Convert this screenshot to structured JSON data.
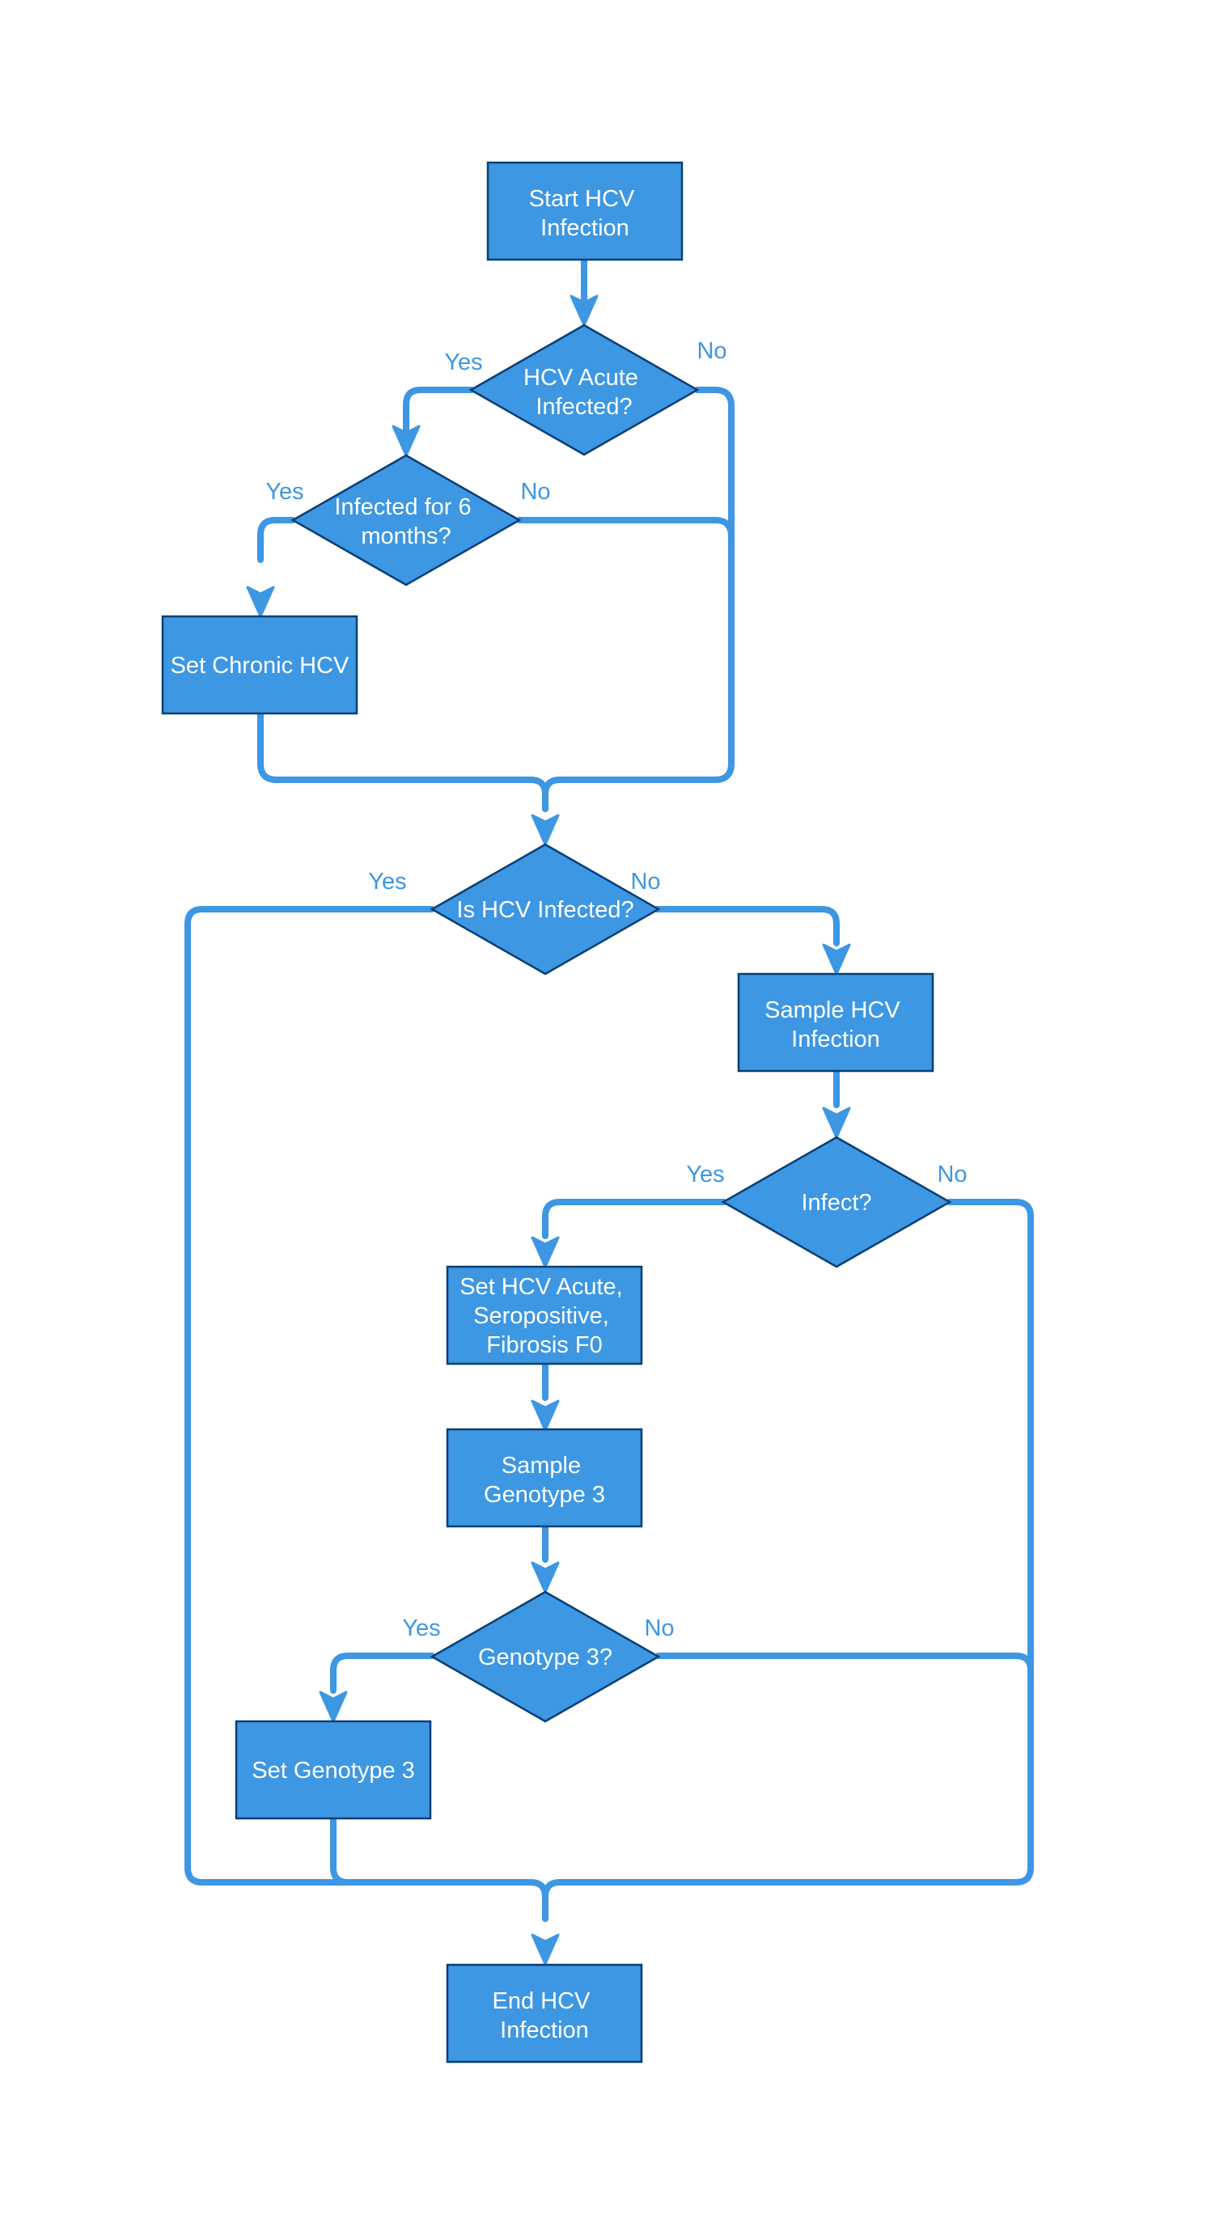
{
  "flowchart": {
    "nodes": {
      "start": "Start HCV Infection",
      "acute_q": "HCV Acute Infected?",
      "six_months_q": "Infected for 6 months?",
      "set_chronic": "Set Chronic HCV",
      "is_infected_q": "Is HCV Infected?",
      "sample_infection": "Sample HCV Infection",
      "infect_q": "Infect?",
      "set_acute": "Set HCV Acute, Seropositive, Fibrosis F0",
      "sample_genotype": "Sample Genotype 3",
      "genotype_q": "Genotype 3?",
      "set_genotype": "Set Genotype 3",
      "end": "End HCV Infection"
    },
    "lines": {
      "start": [
        "Start HCV",
        "Infection"
      ],
      "acute_q": [
        "HCV Acute",
        "Infected?"
      ],
      "six_months_q": [
        "Infected for 6",
        "months?"
      ],
      "set_chronic": [
        "Set Chronic HCV"
      ],
      "is_infected_q": [
        "Is HCV Infected?"
      ],
      "sample_infection": [
        "Sample HCV",
        "Infection"
      ],
      "infect_q": [
        "Infect?"
      ],
      "set_acute": [
        "Set HCV Acute,",
        "Seropositive,",
        "Fibrosis F0"
      ],
      "sample_genotype": [
        "Sample",
        "Genotype 3"
      ],
      "genotype_q": [
        "Genotype 3?"
      ],
      "set_genotype": [
        "Set Genotype 3"
      ],
      "end": [
        "End HCV",
        "Infection"
      ]
    },
    "edge_labels": {
      "acute_yes": "Yes",
      "acute_no": "No",
      "six_months_yes": "Yes",
      "six_months_no": "No",
      "is_infected_yes": "Yes",
      "is_infected_no": "No",
      "infect_yes": "Yes",
      "infect_no": "No",
      "genotype_yes": "Yes",
      "genotype_no": "No"
    }
  },
  "colors": {
    "node_fill": "#3d97e2",
    "node_border": "#0a3e74",
    "edge": "#3d97e2",
    "node_text": "#ffffff",
    "label_text": "#3d97e2"
  }
}
